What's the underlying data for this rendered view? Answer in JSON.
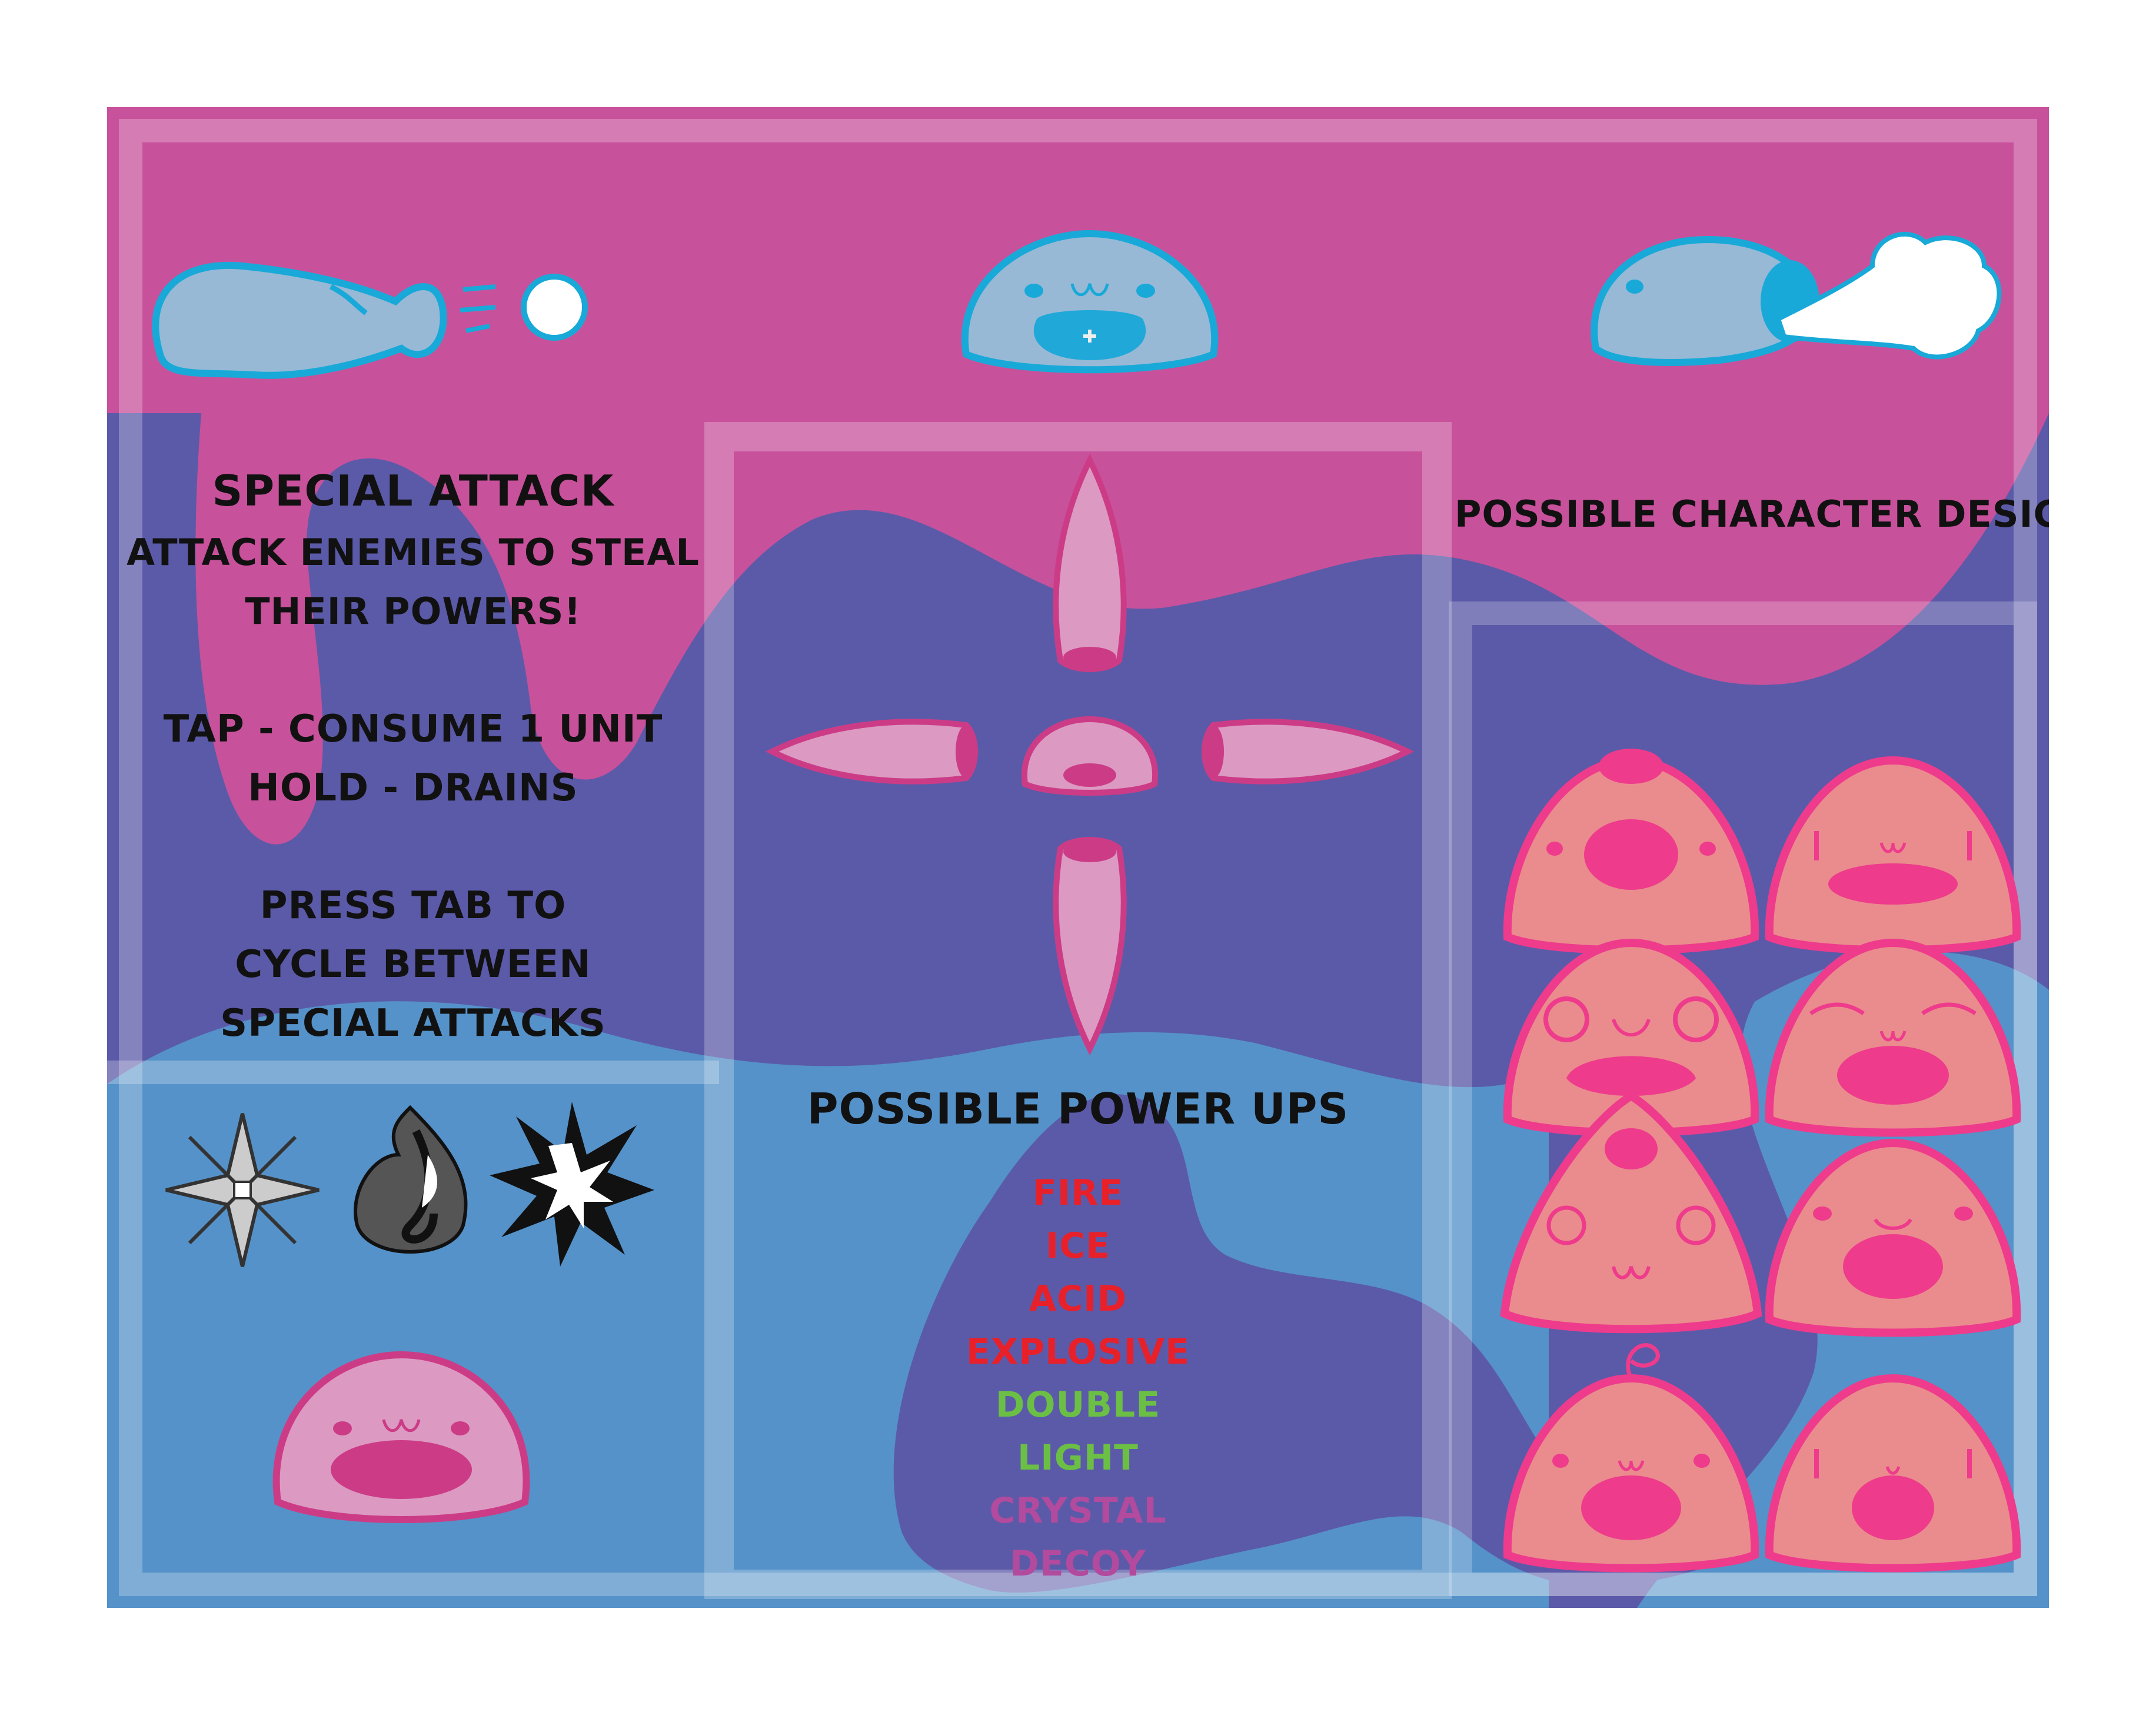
{
  "left_panel": {
    "title": "SPECIAL ATTACK",
    "subtitle_line1": "ATTACK ENEMIES TO STEAL",
    "subtitle_line2": "THEIR POWERS!",
    "tap": "TAP - CONSUME 1 UNIT",
    "hold": "HOLD - DRAINS",
    "press_line1": "PRESS TAB TO",
    "press_line2": "CYCLE BETWEEN",
    "press_line3": "SPECIAL ATTACKS",
    "ability_icons": [
      "ice-crystal-icon",
      "dark-flame-icon",
      "explosion-burst-icon"
    ]
  },
  "center_panel": {
    "title": "POSSIBLE POWER UPS",
    "power_ups": [
      {
        "label": "FIRE",
        "color": "#e8202a"
      },
      {
        "label": "ICE",
        "color": "#e8202a"
      },
      {
        "label": "ACID",
        "color": "#e8202a"
      },
      {
        "label": "EXPLOSIVE",
        "color": "#e8202a"
      },
      {
        "label": "DOUBLE",
        "color": "#6bbf45"
      },
      {
        "label": "LIGHT",
        "color": "#6bbf45"
      },
      {
        "label": "CRYSTAL",
        "color": "#b24a9e"
      },
      {
        "label": "DECOY",
        "color": "#b24a9e"
      }
    ]
  },
  "right_panel": {
    "title": "POSSIBLE CHARACTER DESIGNS"
  },
  "colors": {
    "pink_band": "#c8519b",
    "purple": "#5b5aa8",
    "blue": "#5592c9",
    "slime_blue": "#97b9d6",
    "slime_blue_outline": "#19a9d8",
    "slime_pink": "#e88d8f",
    "slime_pink_outline": "#ec3a8d",
    "player_slime": "#dc9ac2"
  }
}
